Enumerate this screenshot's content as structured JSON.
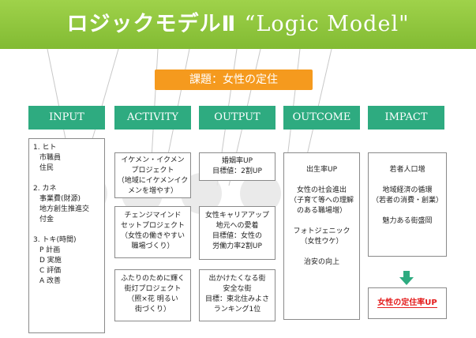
{
  "title": {
    "jp": "ロジックモデルⅡ",
    "latin": "“Logic Model\""
  },
  "issue": "課題：女性の定住",
  "columns": {
    "input": "INPUT",
    "activity": "ACTIVITY",
    "output": "OUTPUT",
    "outcome": "OUTCOME",
    "impact": "IMPACT"
  },
  "input_box": [
    "1. ヒト",
    "市職員",
    "住民",
    "",
    "2. カネ",
    "事業費(財源)",
    "地方創生推進交",
    "付金",
    "",
    "3. トキ(時間)",
    "P  計画",
    "D  実施",
    "C  評価",
    "A  改善"
  ],
  "activity_boxes": [
    [
      "イケメン・イクメン",
      "プロジェクト",
      "（地域にイケメンイク",
      "メンを増やす）"
    ],
    [
      "チェンジマインド",
      "セットプロジェクト",
      "（女性の働きやすい",
      "職場づくり）"
    ],
    [
      "ふたりのために輝く",
      "街灯プロジェクト",
      "（照×花  明るい",
      "街づくり）"
    ]
  ],
  "output_boxes": [
    [
      "婚姻率UP",
      "目標値：2割UP"
    ],
    [
      "女性キャリアアップ",
      "地元への愛着",
      "目標値：女性の",
      "労働力率2割UP"
    ],
    [
      "出かけたくなる街",
      "安全な街",
      "目標：東北住みよさ",
      "ランキング1位"
    ]
  ],
  "outcome_box": [
    "出生率UP",
    "",
    "女性の社会進出",
    "（子育て等への理解",
    "のある職場増）",
    "",
    "フォトジェニック",
    "（女性ウケ）",
    "",
    "治安の向上"
  ],
  "impact_box": [
    "若者人口増",
    "",
    "地域経済の循環",
    "（若者の消費・創業）",
    "",
    "魅力ある街盛岡"
  ],
  "result": "女性の定住率UP",
  "colors": {
    "banner": "#8cc63f",
    "issue": "#f59a1e",
    "column_header": "#2eab80",
    "result_text": "#e41c1c"
  }
}
